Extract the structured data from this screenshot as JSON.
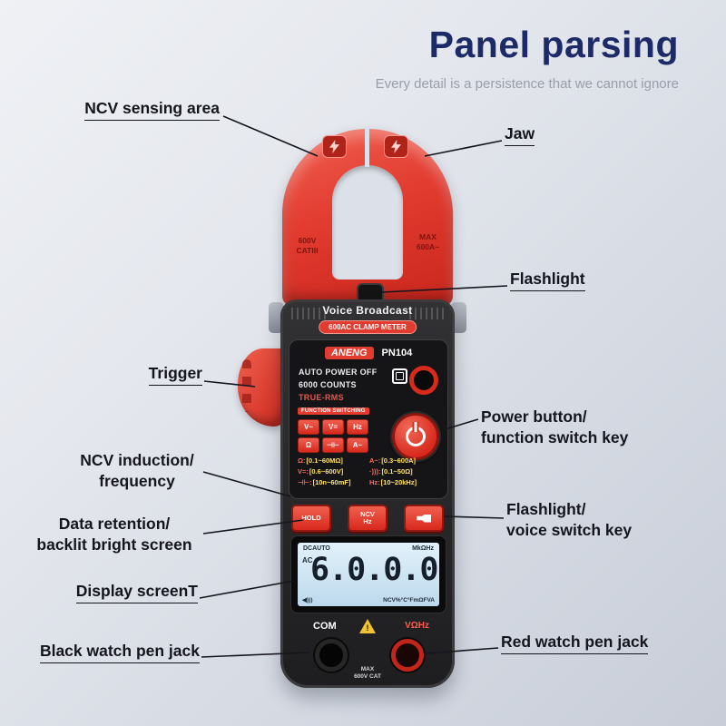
{
  "header": {
    "title": "Panel parsing",
    "subtitle": "Every detail is a persistence that we cannot ignore"
  },
  "callouts": {
    "ncv_sensing": "NCV sensing area",
    "jaw": "Jaw",
    "flashlight": "Flashlight",
    "trigger": "Trigger",
    "power_line1": "Power button/",
    "power_line2": "function switch key",
    "ncv_induction_line1": "NCV induction/",
    "ncv_induction_line2": "frequency",
    "data_retention_line1": "Data retention/",
    "data_retention_line2": "backlit bright screen",
    "flash_voice_line1": "Flashlight/",
    "flash_voice_line2": "voice switch key",
    "display_screen": "Display screenT",
    "black_jack": "Black watch pen jack",
    "red_jack": "Red watch pen jack"
  },
  "device": {
    "jaw_left_line1": "600V",
    "jaw_left_line2": "CATIII",
    "jaw_right_line1": "MAX",
    "jaw_right_line2": "600A~",
    "voice_broadcast": "Voice Broadcast",
    "clamp_badge": "600AC CLAMP METER",
    "brand": "ANENG",
    "model": "PN104",
    "auto_power_off": "AUTO POWER OFF",
    "counts": "6000 COUNTS",
    "true_rms": "TRUE-RMS",
    "function_switching": "FUNCTION SWITCHING",
    "func_buttons": [
      "V~",
      "V=",
      "Hz",
      "Ω",
      "⊣⊢",
      "A~"
    ],
    "specs": [
      {
        "k": "Ω:",
        "v": "[0.1~60MΩ]"
      },
      {
        "k": "A~:",
        "v": "[0.3~600A]"
      },
      {
        "k": "V=:",
        "v": "[0.6~600V]"
      },
      {
        "k": "·))):",
        "v": "[0.1~50Ω]"
      },
      {
        "k": "⊣⊢:",
        "v": "[10n~60mF]"
      },
      {
        "k": "Hz:",
        "v": "[10~20kHz]"
      }
    ],
    "hold_button": "HOLD",
    "ncv_button_line1": "NCV",
    "ncv_button_line2": "Hz",
    "display": {
      "top_left": "DCAUTO",
      "top_right": "MkΩHz",
      "ac": "AC",
      "digits": "6.0.0.0",
      "speaker": "◀)))",
      "bottom": "NCV%°C°FmΩFVA"
    },
    "com_label": "COM",
    "vohz_label": "VΩHz",
    "max_warning_line1": "MAX",
    "max_warning_line2": "600V CAT"
  },
  "colors": {
    "accent_red": "#e23b30",
    "title_navy": "#1c2a68",
    "lcd_blue": "#cfe3f2"
  }
}
